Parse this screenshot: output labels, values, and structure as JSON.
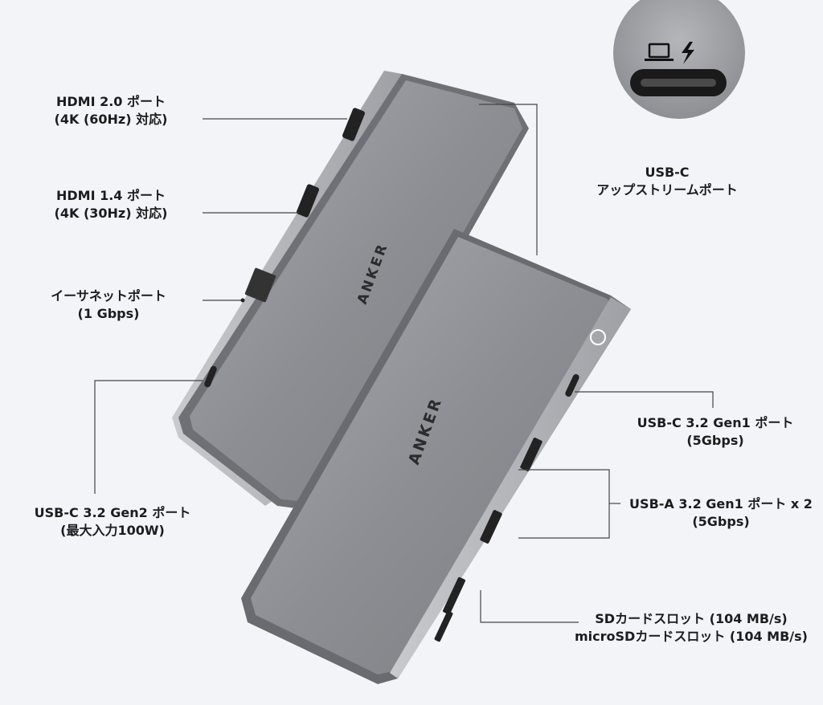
{
  "brand": "ANKER",
  "labels": {
    "hdmi20": {
      "line1": "HDMI 2.0 ポート",
      "line2": "(4K (60Hz) 対応)"
    },
    "hdmi14": {
      "line1": "HDMI 1.4 ポート",
      "line2": "(4K (30Hz) 対応)"
    },
    "ethernet": {
      "line1": "イーサネットポート",
      "line2": "(1 Gbps)"
    },
    "usbc_gen2": {
      "line1": "USB-C 3.2 Gen2 ポート",
      "line2": "(最大入力100W)"
    },
    "usbc_upstream": {
      "line1": "USB-C",
      "line2": "アップストリームポート"
    },
    "usbc_gen1": {
      "line1": "USB-C 3.2 Gen1 ポート",
      "line2": "(5Gbps)"
    },
    "usba_gen1": {
      "line1": "USB-A 3.2 Gen1 ポート x 2",
      "line2": "(5Gbps)"
    },
    "sd": {
      "line1": "SDカードスロット (104 MB/s)",
      "line2": "microSDカードスロット (104 MB/s)"
    }
  },
  "icons": [
    "laptop-icon",
    "lightning-icon",
    "usb-c-port-icon"
  ]
}
